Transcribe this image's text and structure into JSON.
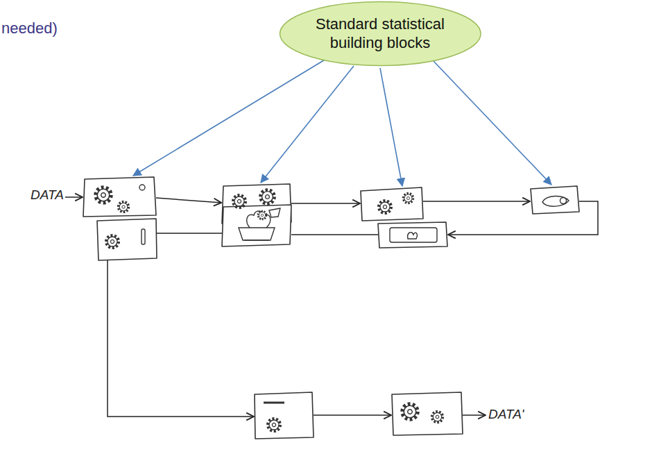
{
  "diagram": {
    "nodes": [
      {
        "text": [
          "Standard statistical building blocks"
        ]
      }
    ],
    "labels": [
      "needed)",
      "DATA",
      "DATA'"
    ]
  }
}
